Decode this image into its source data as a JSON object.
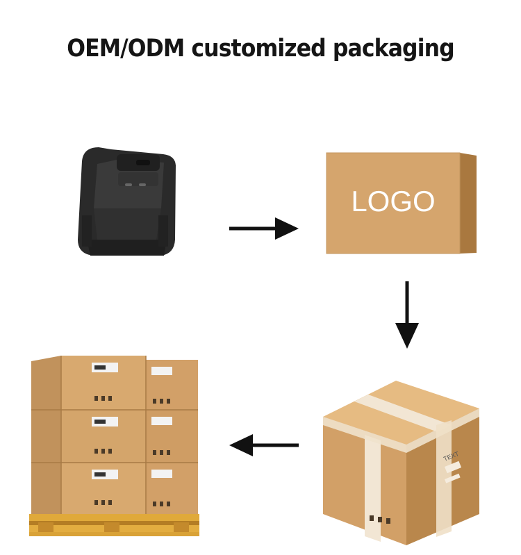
{
  "title": "OEM/ODM customized packaging",
  "branded_box": {
    "logo_text": "LOGO"
  },
  "shipping_box": {
    "label_text": "TEXT"
  },
  "colors": {
    "cardboard": "#d5a56d",
    "cardboard_light": "#e2b97f",
    "cardboard_dark": "#a9783f",
    "device": "#2b2b2b",
    "arrow": "#111111",
    "pallet_wood": "#e0a93a"
  },
  "icons": [
    "phone-stand-device",
    "arrow-right-icon",
    "arrow-down-icon",
    "arrow-left-icon",
    "pallet-stack"
  ]
}
